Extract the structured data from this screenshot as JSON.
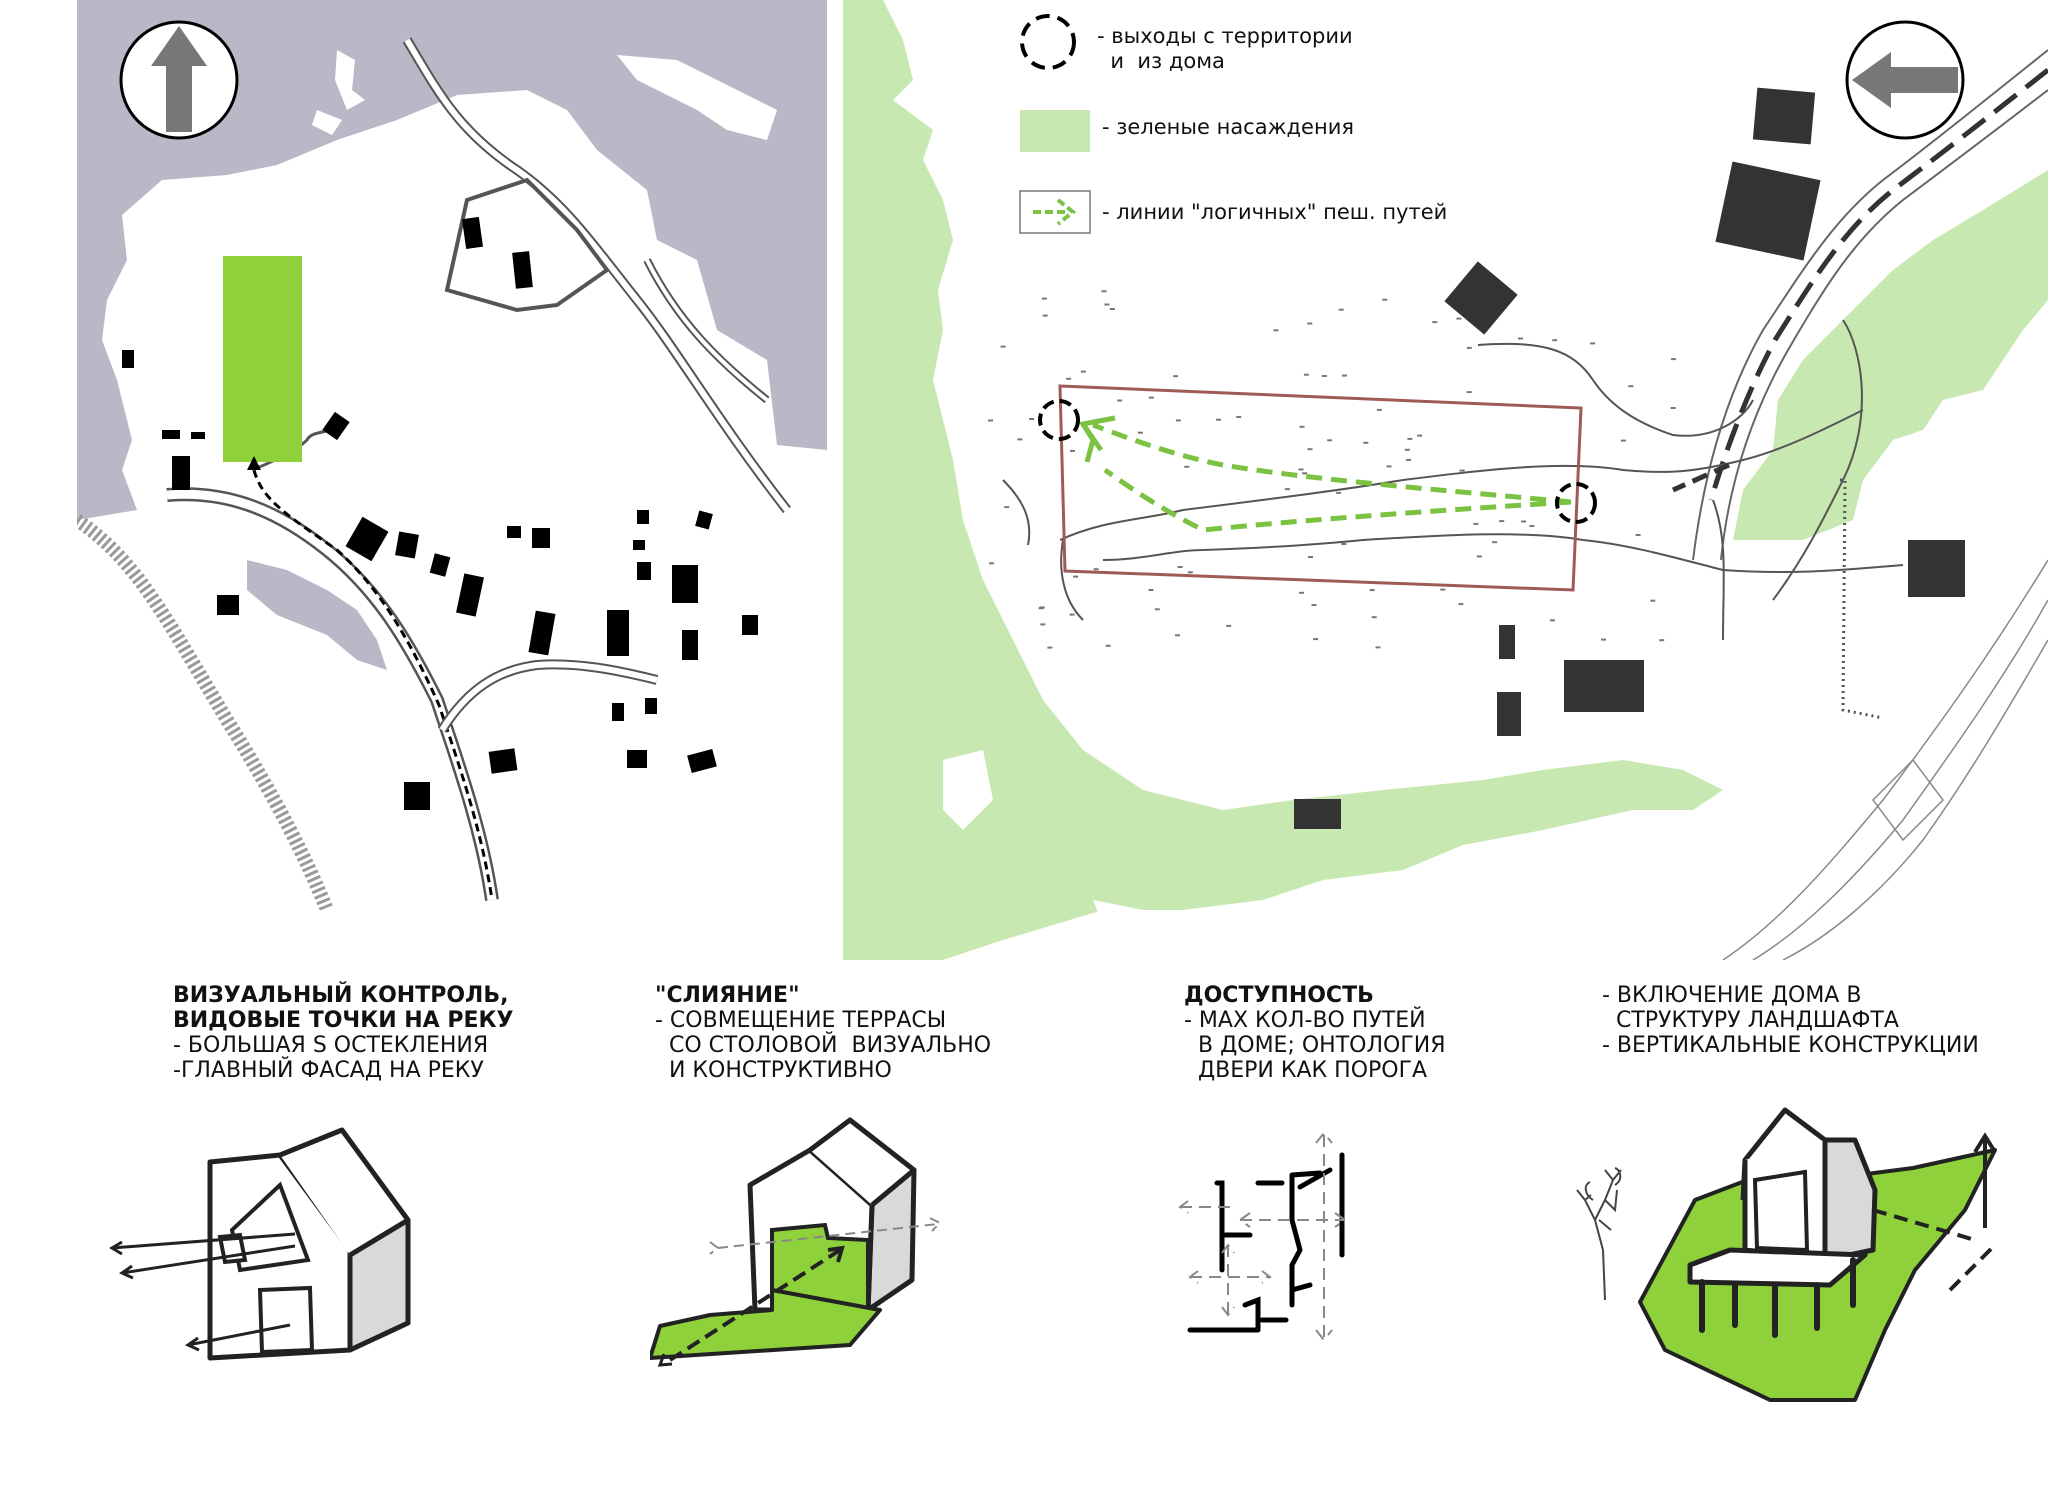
{
  "legend": {
    "exits": "- выходы с территории\n  и  из дома",
    "green": "- зеленые насаждения",
    "paths": "- линии \"логичных\" пеш. путей"
  },
  "captions": [
    {
      "title_lines": [
        "ВИЗУАЛЬНЫЙ КОНТРОЛЬ,",
        "ВИДОВЫЕ ТОЧКИ НА РЕКУ"
      ],
      "lines": [
        "- БОЛЬШАЯ S ОСТЕКЛЕНИЯ",
        "-ГЛАВНЫЙ ФАСАД НА РЕКУ"
      ]
    },
    {
      "title_lines": [
        "\"СЛИЯНИЕ\""
      ],
      "lines": [
        "- СОВМЕЩЕНИЕ ТЕРРАСЫ",
        "  СО СТОЛОВОЙ  ВИЗУАЛЬНО",
        "  И КОНСТРУКТИВНО"
      ]
    },
    {
      "title_lines": [
        "ДОСТУПНОСТЬ"
      ],
      "lines": [
        "- MAX КОЛ-ВО ПУТЕЙ",
        "  В ДОМЕ; ОНТОЛОГИЯ",
        "  ДВЕРИ КАК ПОРОГА"
      ]
    },
    {
      "title_lines": [],
      "lines": [
        "- ВКЛЮЧЕНИЕ ДОМА В",
        "  СТРУКТУРУ ЛАНДШАФТА",
        "- ВЕРТИКАЛЬНЫЕ КОНСТРУКЦИИ"
      ]
    }
  ],
  "colors": {
    "water": "#b9b8c7",
    "green_light": "#c8e8b1",
    "green_bright": "#8fd13a",
    "path_green": "#7cc242",
    "plot_border": "#9e5a55",
    "building": "#000000",
    "building_dark": "#333333"
  },
  "icons": {
    "north_arrow": "arrow-up-icon",
    "west_arrow": "arrow-left-icon"
  }
}
